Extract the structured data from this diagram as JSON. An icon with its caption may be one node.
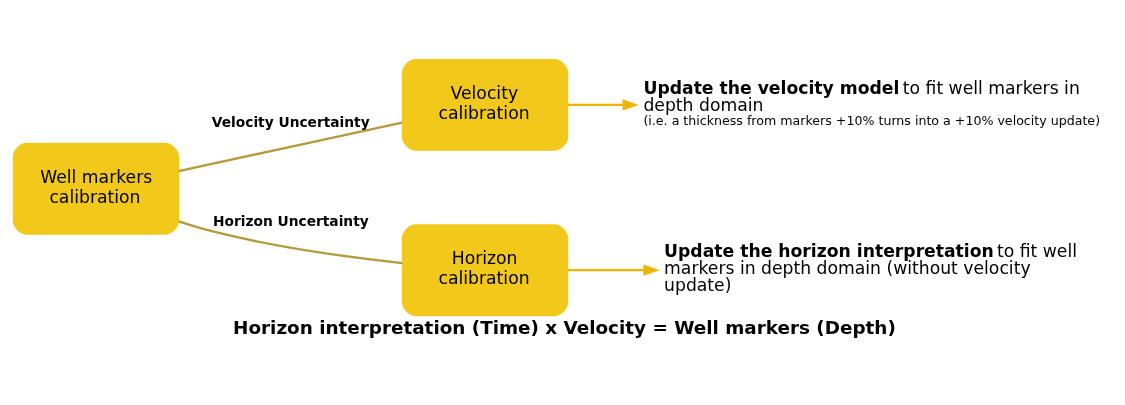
{
  "diagram": {
    "caption": "Horizon interpretation (Time) x Velocity = Well markers (Depth)",
    "nodes": [
      {
        "text": [
          "Well markers calibration"
        ]
      },
      {
        "text": [
          "Velocity calibration"
        ]
      },
      {
        "text": [
          "**Update the velocity model** to fit well markers in depth domain",
          "(i.e. a thickness from markers +10% turns into a +10% velocity update)"
        ]
      },
      {
        "text": [
          "Horizon calibration"
        ]
      },
      {
        "text": [
          "**Update the horizon interpretation** to fit well markers in depth domain (without velocity update)"
        ]
      }
    ],
    "edges": [
      {
        "from": 0,
        "to": 1,
        "arrow": "none",
        "label": "Velocity Uncertainty"
      },
      {
        "from": 1,
        "to": 2,
        "arrow": "to",
        "color": "#f0b400"
      },
      {
        "from": 0,
        "to": 3,
        "arrow": "none",
        "label": "Horizon Uncertainty"
      },
      {
        "from": 3,
        "to": 4,
        "arrow": "to",
        "color": "#f0b400"
      }
    ]
  }
}
